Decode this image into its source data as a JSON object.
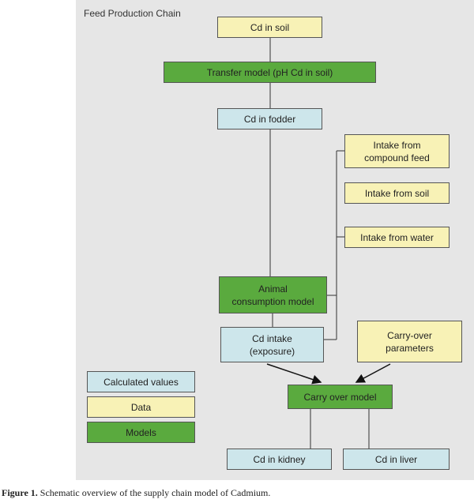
{
  "panel_title": "Feed Production Chain",
  "nodes": {
    "cd_soil": "Cd in soil",
    "transfer_model": "Transfer model (pH Cd in soil)",
    "cd_fodder": "Cd in fodder",
    "intake_compound": "Intake from compound feed",
    "intake_soil": "Intake from soil",
    "intake_water": "Intake from water",
    "animal_consumption": "Animal consumption model",
    "cd_intake": "Cd intake (exposure)",
    "carryover_params": "Carry-over parameters",
    "carryover_model": "Carry over model",
    "cd_kidney": "Cd in kidney",
    "cd_liver": "Cd in liver"
  },
  "legend": {
    "calculated": "Calculated values",
    "data": "Data",
    "models": "Models"
  },
  "colors": {
    "data": "#f8f2b6",
    "model": "#5aaa3e",
    "calculated": "#cde6eb",
    "panel": "#e6e6e6"
  },
  "caption": {
    "label": "Figure 1.",
    "text": " Schematic overview of the supply chain model of Cadmium."
  }
}
